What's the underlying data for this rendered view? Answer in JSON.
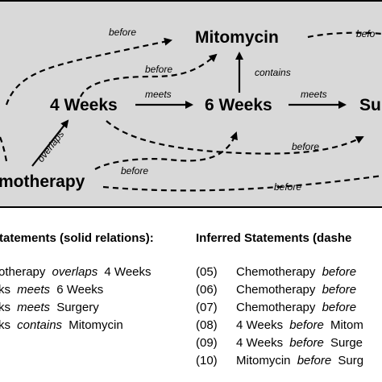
{
  "nodes": {
    "mitomycin": "Mitomycin",
    "four_weeks": "4 Weeks",
    "six_weeks": "6 Weeks",
    "surgery": "Su",
    "chemotherapy": "motherapy"
  },
  "edges": {
    "before_top": "before",
    "before_mid": "before",
    "before_right": "befo",
    "contains": "contains",
    "meets_1": "meets",
    "meets_2": "meets",
    "overlaps": "overlaps",
    "before_chemo": "before",
    "before_4w_surgery": "before",
    "before_chemo_surgery": "before"
  },
  "statements": {
    "heading": "tatements (solid relations):",
    "items": [
      {
        "subject": "otherapy",
        "relation": "overlaps",
        "object": "4 Weeks"
      },
      {
        "subject": "ks",
        "relation": "meets",
        "object": "6 Weeks"
      },
      {
        "subject": "ks",
        "relation": "meets",
        "object": "Surgery"
      },
      {
        "subject": "ks",
        "relation": "contains",
        "object": "Mitomycin"
      }
    ]
  },
  "inferred": {
    "heading": "Inferred Statements (dashe",
    "items": [
      {
        "num": "(05)",
        "subject": "Chemotherapy",
        "relation": "before",
        "object": ""
      },
      {
        "num": "(06)",
        "subject": "Chemotherapy",
        "relation": "before",
        "object": ""
      },
      {
        "num": "(07)",
        "subject": "Chemotherapy",
        "relation": "before",
        "object": ""
      },
      {
        "num": "(08)",
        "subject": "4 Weeks",
        "relation": "before",
        "object": "Mitom"
      },
      {
        "num": "(09)",
        "subject": "4 Weeks",
        "relation": "before",
        "object": "Surge"
      },
      {
        "num": "(10)",
        "subject": "Mitomycin",
        "relation": "before",
        "object": "Surg"
      }
    ]
  },
  "colors": {
    "panel": "#d9d9d9",
    "ink": "#000000"
  }
}
